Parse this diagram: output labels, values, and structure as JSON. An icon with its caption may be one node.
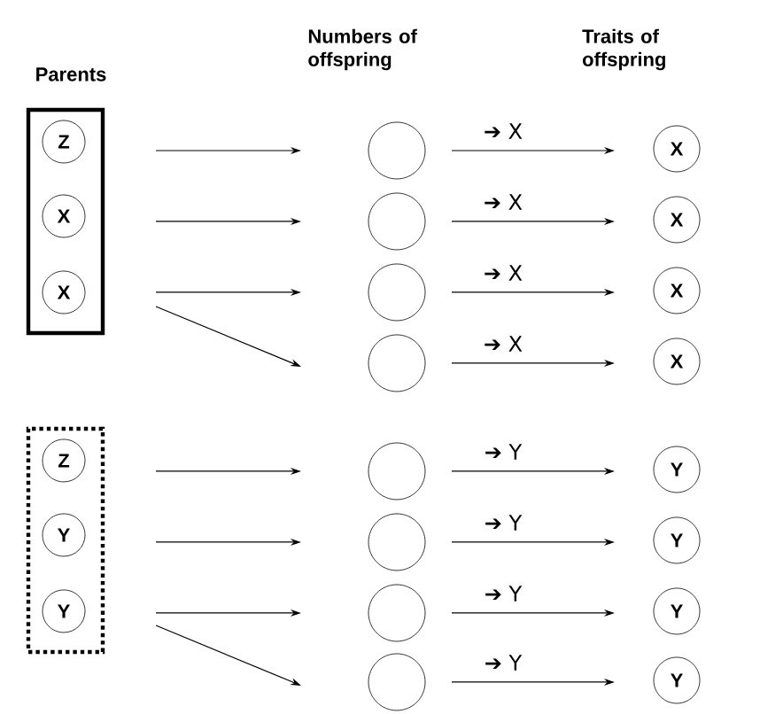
{
  "diagram": {
    "nodes": [
      {
        "text": [],
        "shape": "box"
      },
      {
        "text": [
          "Z"
        ],
        "in": 0
      },
      {
        "text": [
          "X"
        ],
        "in": 0
      },
      {
        "text": [
          "X"
        ],
        "in": 0
      },
      {
        "text": [],
        "shape": "box"
      },
      {
        "text": [
          "Z"
        ],
        "in": 4
      },
      {
        "text": [
          "Y"
        ],
        "in": 4
      },
      {
        "text": [
          "Y"
        ],
        "in": 4
      },
      {
        "text": [],
        "shape": "circle"
      },
      {
        "text": [],
        "shape": "circle"
      },
      {
        "text": [],
        "shape": "circle"
      },
      {
        "text": [],
        "shape": "circle"
      },
      {
        "text": [],
        "shape": "circle"
      },
      {
        "text": [],
        "shape": "circle"
      },
      {
        "text": [],
        "shape": "circle"
      },
      {
        "text": [],
        "shape": "circle"
      },
      {
        "text": [
          "X"
        ]
      },
      {
        "text": [
          "X"
        ]
      },
      {
        "text": [
          "X"
        ]
      },
      {
        "text": [
          "X"
        ]
      },
      {
        "text": [
          "Y"
        ]
      },
      {
        "text": [
          "Y"
        ]
      },
      {
        "text": [
          "Y"
        ]
      },
      {
        "text": [
          "Y"
        ]
      }
    ],
    "edges": [
      {
        "from": 1,
        "to": 8,
        "arrow": "to"
      },
      {
        "from": 2,
        "to": 9,
        "arrow": "to"
      },
      {
        "from": 3,
        "to": 10,
        "arrow": "to"
      },
      {
        "from": 3,
        "to": 11,
        "arrow": "to"
      },
      {
        "from": 5,
        "to": 12,
        "arrow": "to"
      },
      {
        "from": 6,
        "to": 13,
        "arrow": "to"
      },
      {
        "from": 7,
        "to": 14,
        "arrow": "to"
      },
      {
        "from": 7,
        "to": 15,
        "arrow": "to"
      },
      {
        "from": 8,
        "to": 16,
        "arrow": "to",
        "label": "➔ X"
      },
      {
        "from": 9,
        "to": 17,
        "arrow": "to",
        "label": "➔ X"
      },
      {
        "from": 10,
        "to": 18,
        "arrow": "to",
        "label": "➔ X"
      },
      {
        "from": 11,
        "to": 19,
        "arrow": "to",
        "label": "➔ X"
      },
      {
        "from": 12,
        "to": 20,
        "arrow": "to",
        "label": "➔ Y"
      },
      {
        "from": 13,
        "to": 21,
        "arrow": "to",
        "label": "➔ Y"
      },
      {
        "from": 14,
        "to": 22,
        "arrow": "to",
        "label": "➔ Y"
      },
      {
        "from": 15,
        "to": 23,
        "arrow": "to",
        "label": "➔ Y"
      }
    ],
    "labels": [
      "Parents",
      "Numbers of offspring",
      "Traits of offspring"
    ]
  }
}
